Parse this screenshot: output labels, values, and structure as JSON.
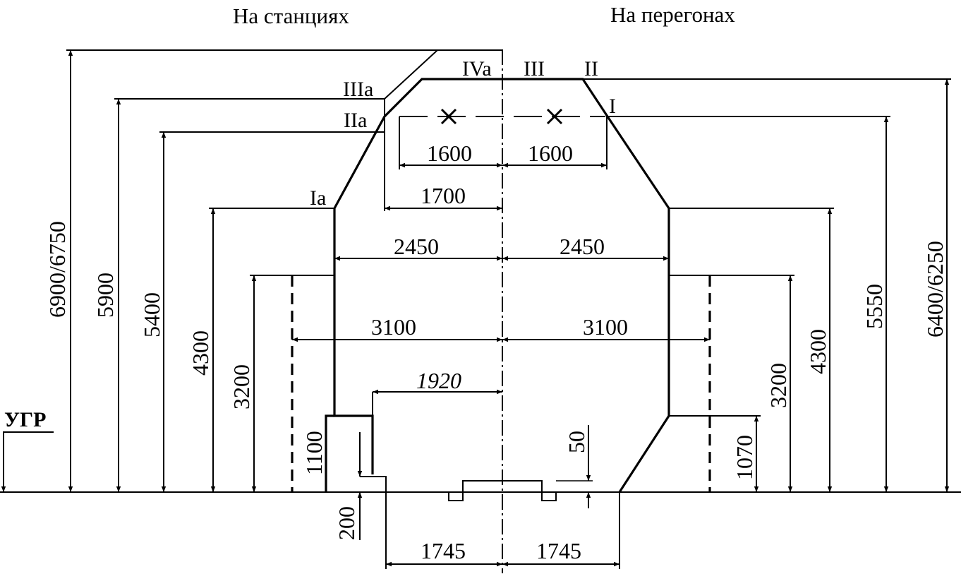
{
  "headers": {
    "stations": "На станциях",
    "hauls": "На перегонах"
  },
  "ref_label": "УГР",
  "points": {
    "IVa": "IVa",
    "III": "III",
    "II": "II",
    "IIIa": "IIIa",
    "IIa": "IIa",
    "I": "I",
    "Ia": "Ia"
  },
  "dimensions": {
    "h_6900_6750": "6900/6750",
    "h_5900": "5900",
    "h_5400": "5400",
    "h_4300_left": "4300",
    "h_3200_left": "3200",
    "h_1100": "1100",
    "h_200": "200",
    "h_50": "50",
    "h_1070": "1070",
    "h_3200_right": "3200",
    "h_4300_right": "4300",
    "h_5550": "5550",
    "h_6400_6250": "6400/6250",
    "w_1600_left": "1600",
    "w_1600_right": "1600",
    "w_1700": "1700",
    "w_2450_left": "2450",
    "w_2450_right": "2450",
    "w_3100_left": "3100",
    "w_3100_right": "3100",
    "w_1920": "1920",
    "w_1745_left": "1745",
    "w_1745_right": "1745"
  }
}
